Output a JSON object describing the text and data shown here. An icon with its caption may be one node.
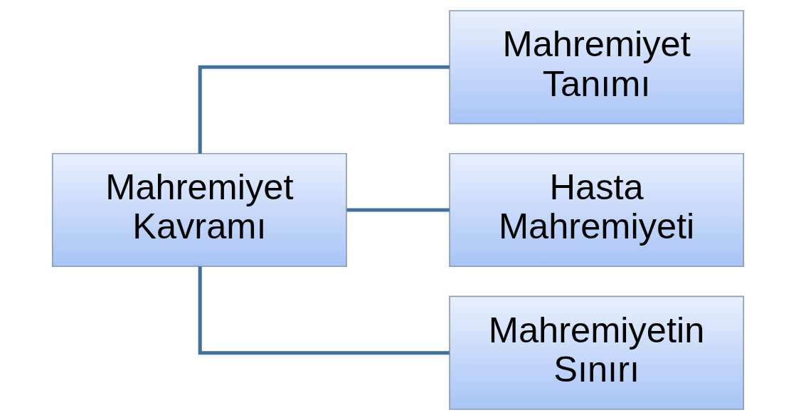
{
  "diagram": {
    "nodes": [
      {
        "text": [
          "Mahremiyet Kavramı"
        ]
      },
      {
        "text": [
          "Mahremiyet Tanımı"
        ]
      },
      {
        "text": [
          "Hasta Mahremiyeti"
        ]
      },
      {
        "text": [
          "Mahremiyetin Sınırı"
        ]
      }
    ],
    "edges": [
      {
        "from": 0,
        "to": 1,
        "arrow": "none"
      },
      {
        "from": 0,
        "to": 2,
        "arrow": "none"
      },
      {
        "from": 0,
        "to": 3,
        "arrow": "none"
      }
    ]
  }
}
